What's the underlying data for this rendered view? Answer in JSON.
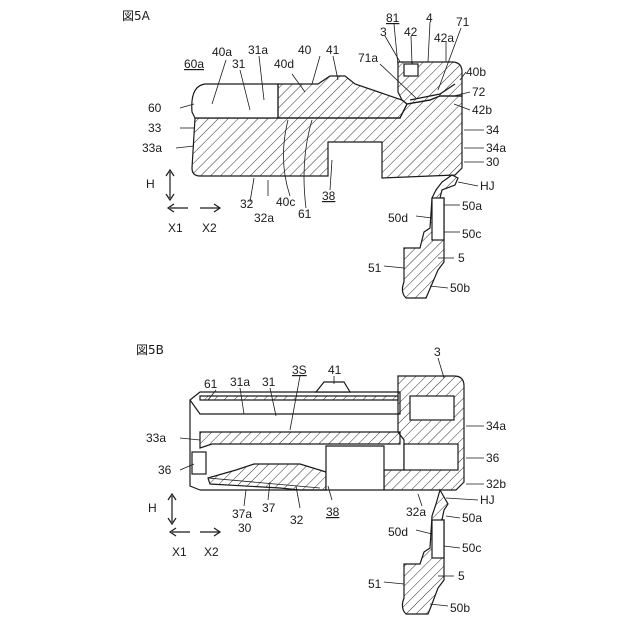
{
  "figures": [
    {
      "caption": "図5A",
      "labels": {
        "l81": "81",
        "l4": "4",
        "l71": "71",
        "l3": "3",
        "l42": "42",
        "l42a": "42a",
        "l40a": "40a",
        "l31a": "31a",
        "l40": "40",
        "l41": "41",
        "l60a": "60a",
        "l31": "31",
        "l40d": "40d",
        "l71a": "71a",
        "l40b": "40b",
        "l72": "72",
        "l60": "60",
        "l42b": "42b",
        "l33": "33",
        "l34": "34",
        "l33a": "33a",
        "l34a": "34a",
        "l30": "30",
        "lH": "H",
        "lHJ": "HJ",
        "l32": "32",
        "l40c": "40c",
        "l38": "38",
        "l32a": "32a",
        "l61": "61",
        "l50a": "50a",
        "lX1": "X1",
        "lX2": "X2",
        "l50d": "50d",
        "l50c": "50c",
        "l51": "51",
        "l5": "5",
        "l50b": "50b"
      }
    },
    {
      "caption": "図5B",
      "labels": {
        "l3": "3",
        "l3S": "3S",
        "l61": "61",
        "l31a": "31a",
        "l31": "31",
        "l41": "41",
        "l34a": "34a",
        "l33a": "33a",
        "l36L": "36",
        "l36R": "36",
        "l32b": "32b",
        "l37a": "37a",
        "l37": "37",
        "l32a": "32a",
        "lHJ": "HJ",
        "lH": "H",
        "l30": "30",
        "l32": "32",
        "l38": "38",
        "l50a": "50a",
        "l50d": "50d",
        "lX1": "X1",
        "lX2": "X2",
        "l50c": "50c",
        "l51": "51",
        "l5": "5",
        "l50b": "50b"
      }
    }
  ]
}
